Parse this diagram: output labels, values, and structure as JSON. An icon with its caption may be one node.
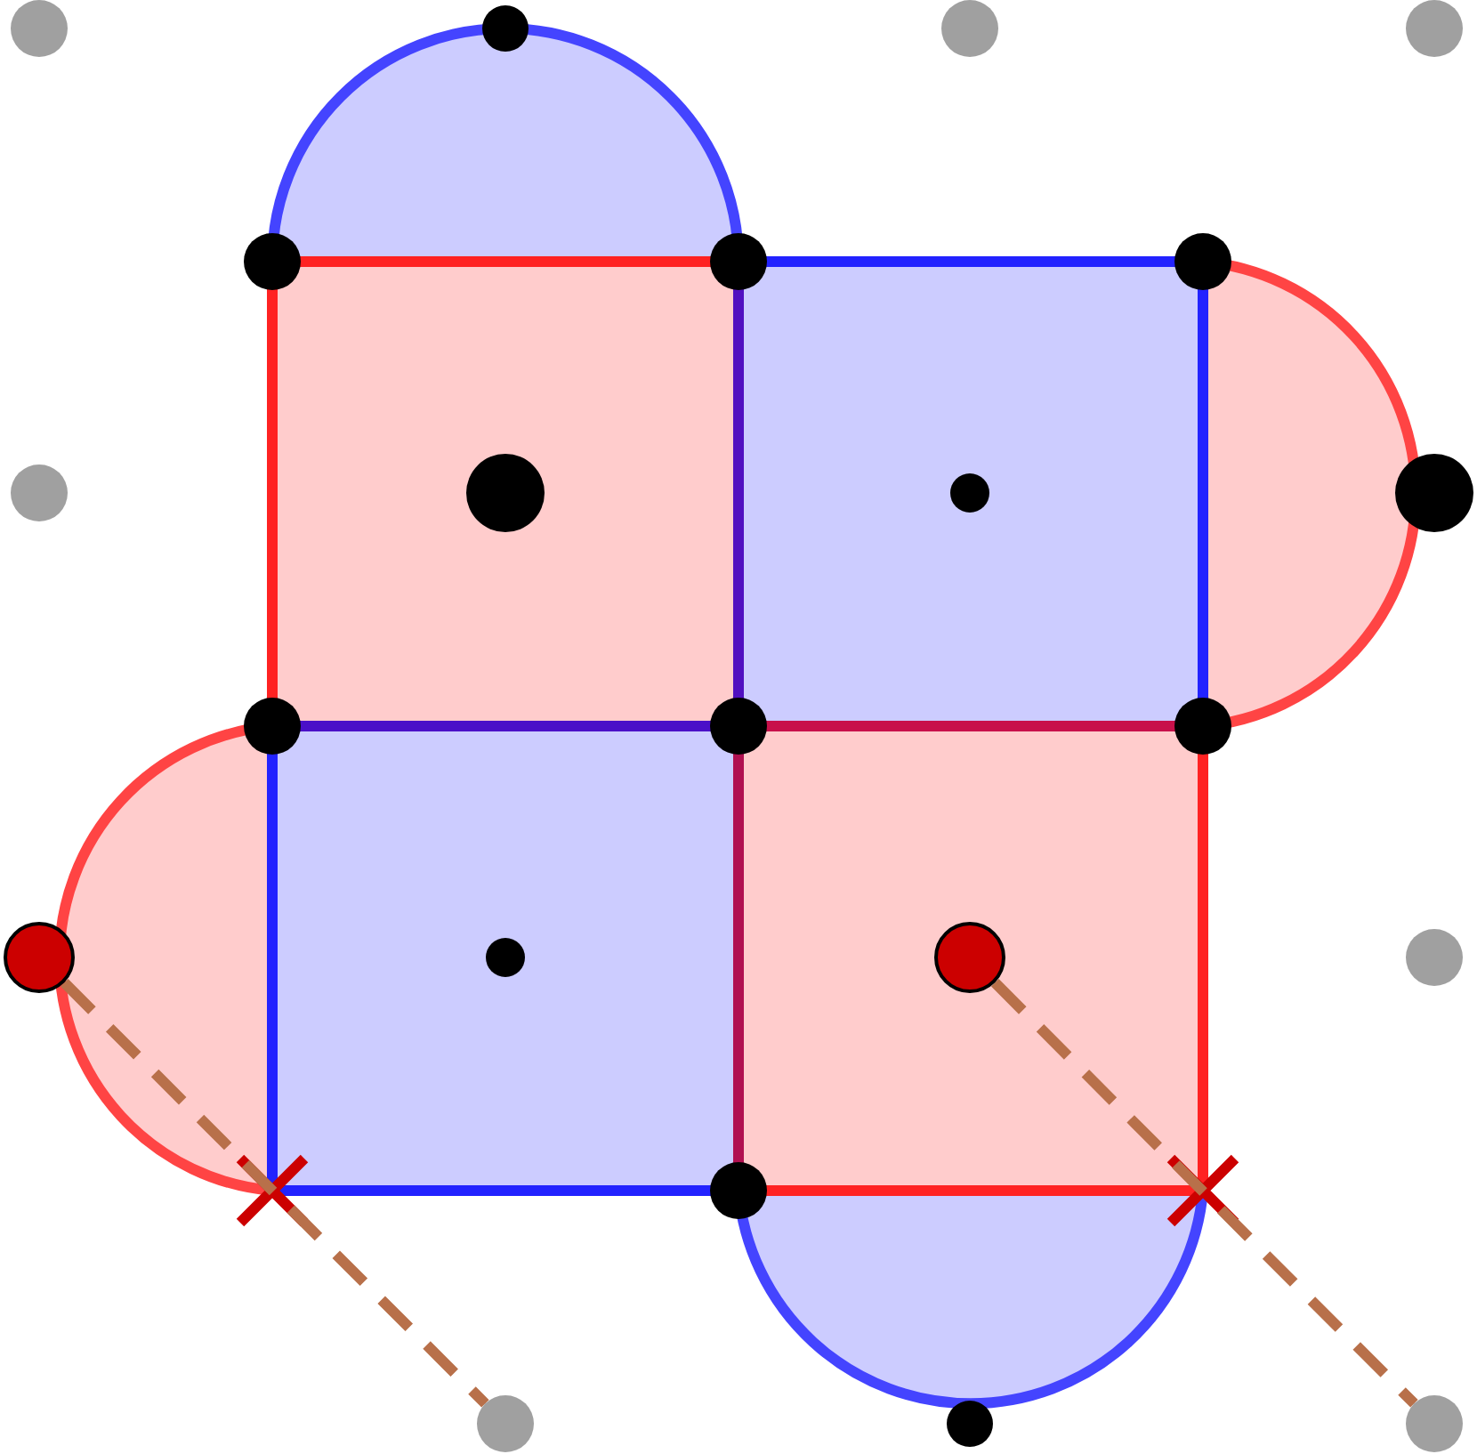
{
  "diagram": {
    "nodes": [
      {
        "text": [],
        "shape": "circle"
      },
      {
        "text": [],
        "shape": "circle"
      },
      {
        "text": [],
        "shape": "circle"
      },
      {
        "text": [],
        "shape": "circle"
      }
    ],
    "edges": [
      {
        "from": 0,
        "to": 1,
        "arrow": "none",
        "style": "dashed",
        "color": "#b8704a"
      },
      {
        "from": 2,
        "to": 3,
        "arrow": "none",
        "style": "dashed",
        "color": "#b8704a"
      }
    ]
  }
}
